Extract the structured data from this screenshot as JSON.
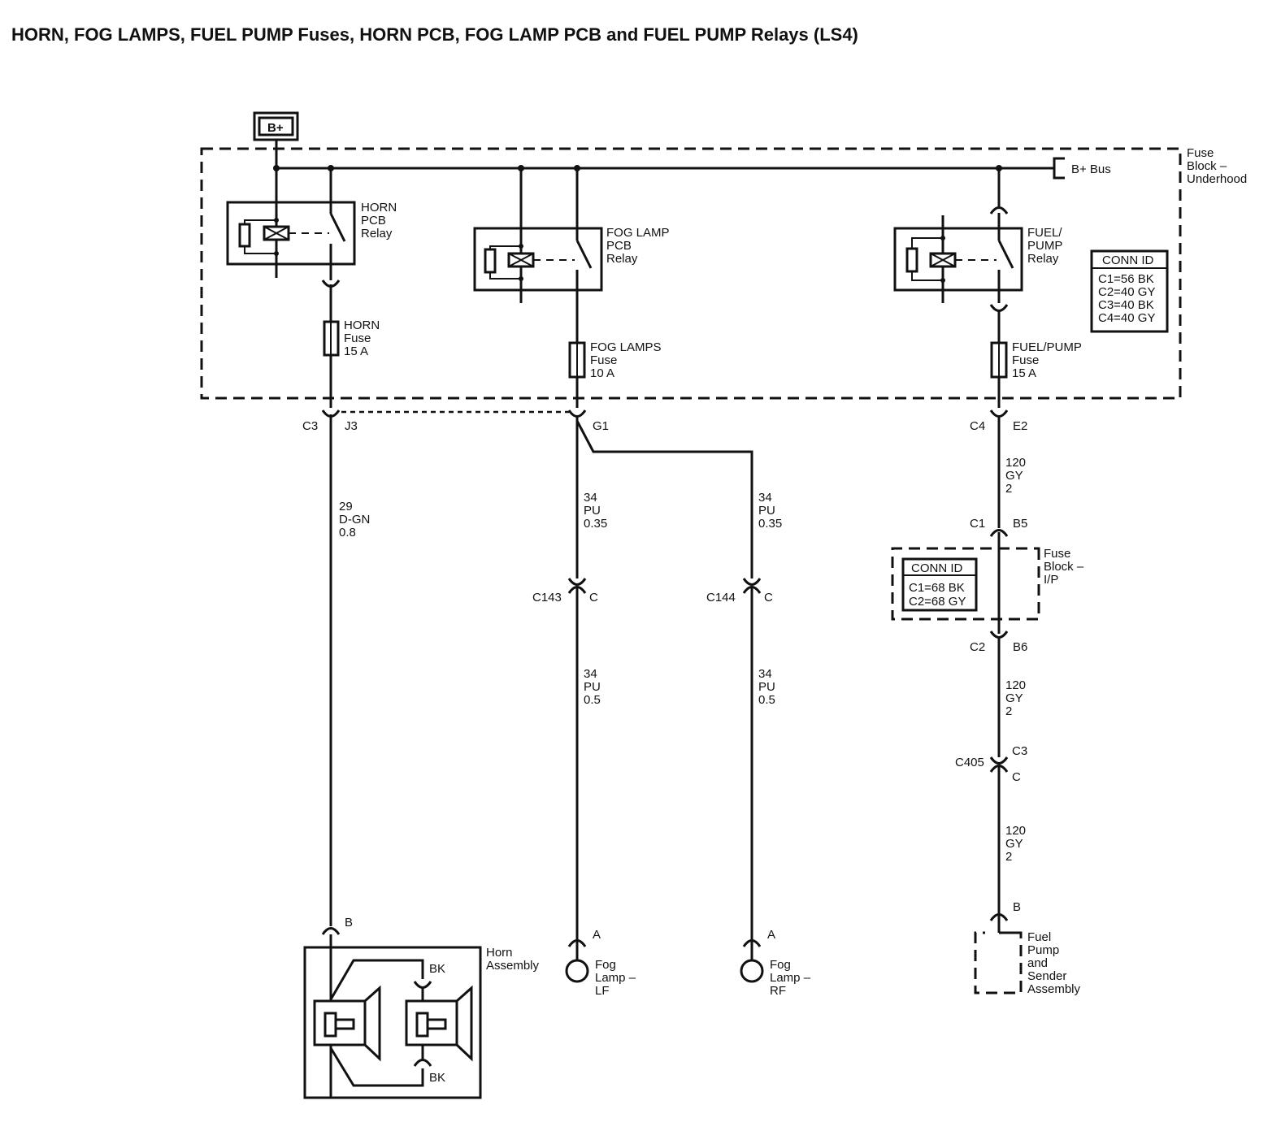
{
  "title": "HORN, FOG LAMPS, FUEL PUMP Fuses, HORN PCB, FOG LAMP PCB and FUEL PUMP Relays (LS4)",
  "power": {
    "label": "B+"
  },
  "fuse_block_underhood": {
    "label": [
      "Fuse",
      "Block –",
      "Underhood"
    ],
    "bus_label": "B+ Bus",
    "conn_id": {
      "heading": "CONN ID",
      "lines": [
        "C1=56 BK",
        "C2=40 GY",
        "C3=40 BK",
        "C4=40 GY"
      ]
    }
  },
  "relays": {
    "horn": [
      "HORN",
      "PCB",
      "Relay"
    ],
    "fog": [
      "FOG LAMP",
      "PCB",
      "Relay"
    ],
    "fuel": [
      "FUEL/",
      "PUMP",
      "Relay"
    ]
  },
  "fuses": {
    "horn": [
      "HORN",
      "Fuse",
      "15 A"
    ],
    "fog": [
      "FOG LAMPS",
      "Fuse",
      "10 A"
    ],
    "fuel": [
      "FUEL/PUMP",
      "Fuse",
      "15 A"
    ]
  },
  "connectors": {
    "c3": "C3",
    "j3": "J3",
    "g1": "G1",
    "c4": "C4",
    "e2": "E2",
    "c1": "C1",
    "b5": "B5",
    "c2": "C2",
    "b6": "B6",
    "c143": "C143",
    "c143_pin": "C",
    "c144": "C144",
    "c144_pin": "C",
    "c405": "C405",
    "c405_c3": "C3",
    "c405_pin": "C",
    "horn_b": "B",
    "lf_a": "A",
    "rf_a": "A",
    "fuel_b": "B"
  },
  "wires": {
    "horn": [
      "29",
      "D-GN",
      "0.8"
    ],
    "fog_lf_upper": [
      "34",
      "PU",
      "0.35"
    ],
    "fog_rf_upper": [
      "34",
      "PU",
      "0.35"
    ],
    "fog_lf_lower": [
      "34",
      "PU",
      "0.5"
    ],
    "fog_rf_lower": [
      "34",
      "PU",
      "0.5"
    ],
    "fuel_1": [
      "120",
      "GY",
      "2"
    ],
    "fuel_2": [
      "120",
      "GY",
      "2"
    ],
    "fuel_3": [
      "120",
      "GY",
      "2"
    ]
  },
  "fuse_block_ip": {
    "label": [
      "Fuse",
      "Block –",
      "I/P"
    ],
    "conn_id": {
      "heading": "CONN ID",
      "lines": [
        "C1=68 BK",
        "C2=68 GY"
      ]
    }
  },
  "horn_assembly": {
    "label": [
      "Horn",
      "Assembly"
    ],
    "bk_top": "BK",
    "bk_bottom": "BK"
  },
  "fog_lamp_lf": [
    "Fog",
    "Lamp –",
    "LF"
  ],
  "fog_lamp_rf": [
    "Fog",
    "Lamp –",
    "RF"
  ],
  "fuel_pump": [
    "Fuel",
    "Pump",
    "and",
    "Sender",
    "Assembly"
  ]
}
